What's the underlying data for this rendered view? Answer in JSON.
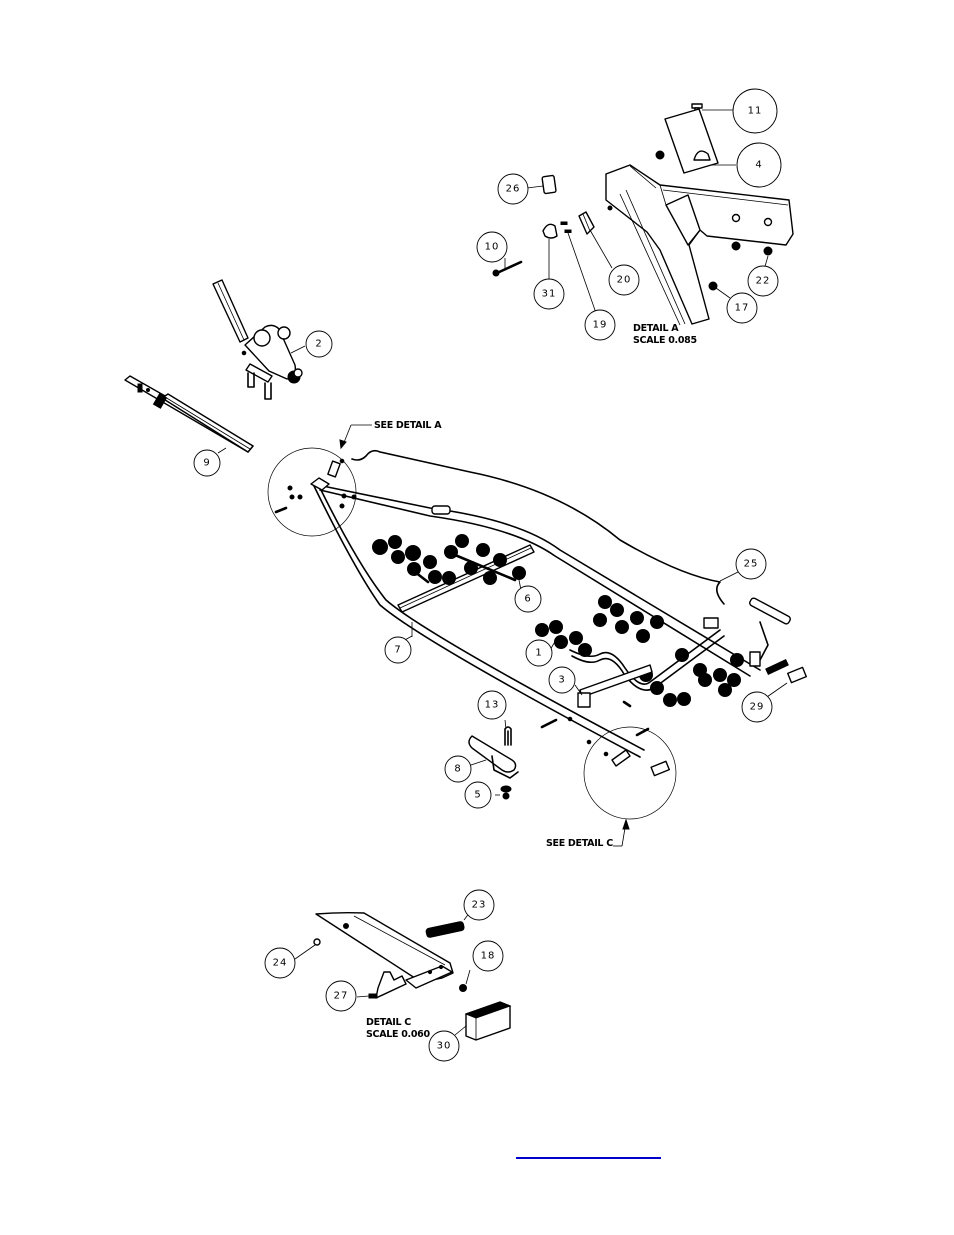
{
  "drawing": {
    "title": "Boat trailer exploded parts diagram",
    "detail_a": {
      "label_line1": "DETAIL  A",
      "label_line2": "SCALE  0.085",
      "callout": "SEE DETAIL  A"
    },
    "detail_c": {
      "label_line1": "DETAIL  C",
      "label_line2": "SCALE  0.060",
      "callout": "SEE DETAIL  C"
    },
    "balloons": [
      {
        "id": "11"
      },
      {
        "id": "4"
      },
      {
        "id": "26"
      },
      {
        "id": "10"
      },
      {
        "id": "31"
      },
      {
        "id": "19"
      },
      {
        "id": "20"
      },
      {
        "id": "22"
      },
      {
        "id": "17"
      },
      {
        "id": "2"
      },
      {
        "id": "9"
      },
      {
        "id": "25"
      },
      {
        "id": "6"
      },
      {
        "id": "7"
      },
      {
        "id": "1"
      },
      {
        "id": "3"
      },
      {
        "id": "29"
      },
      {
        "id": "13"
      },
      {
        "id": "8"
      },
      {
        "id": "5"
      },
      {
        "id": "23"
      },
      {
        "id": "24"
      },
      {
        "id": "18"
      },
      {
        "id": "27"
      },
      {
        "id": "30"
      }
    ],
    "link": {
      "text": "",
      "color": "#0000cc"
    }
  }
}
